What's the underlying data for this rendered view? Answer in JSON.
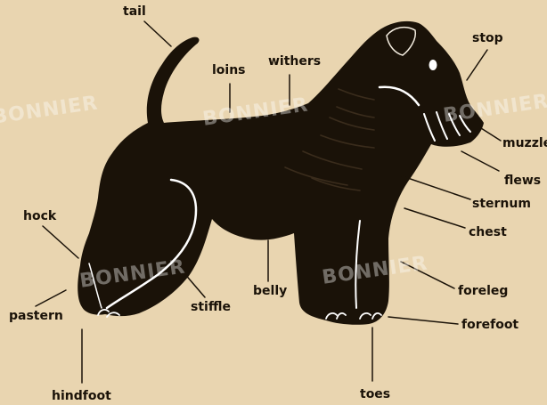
{
  "watermark": "BONNIER",
  "colors": {
    "background": "#e9d5b0",
    "silhouette": "#1a1208",
    "highlight": "#ffffff"
  },
  "labels": {
    "tail": "tail",
    "loins": "loins",
    "withers": "withers",
    "stop": "stop",
    "muzzle": "muzzle",
    "flews": "flews",
    "sternum": "sternum",
    "chest": "chest",
    "foreleg": "foreleg",
    "forefoot": "forefoot",
    "toes": "toes",
    "belly": "belly",
    "stiffle": "stiffle",
    "hock": "hock",
    "pastern": "pastern",
    "hindfoot": "hindfoot"
  }
}
